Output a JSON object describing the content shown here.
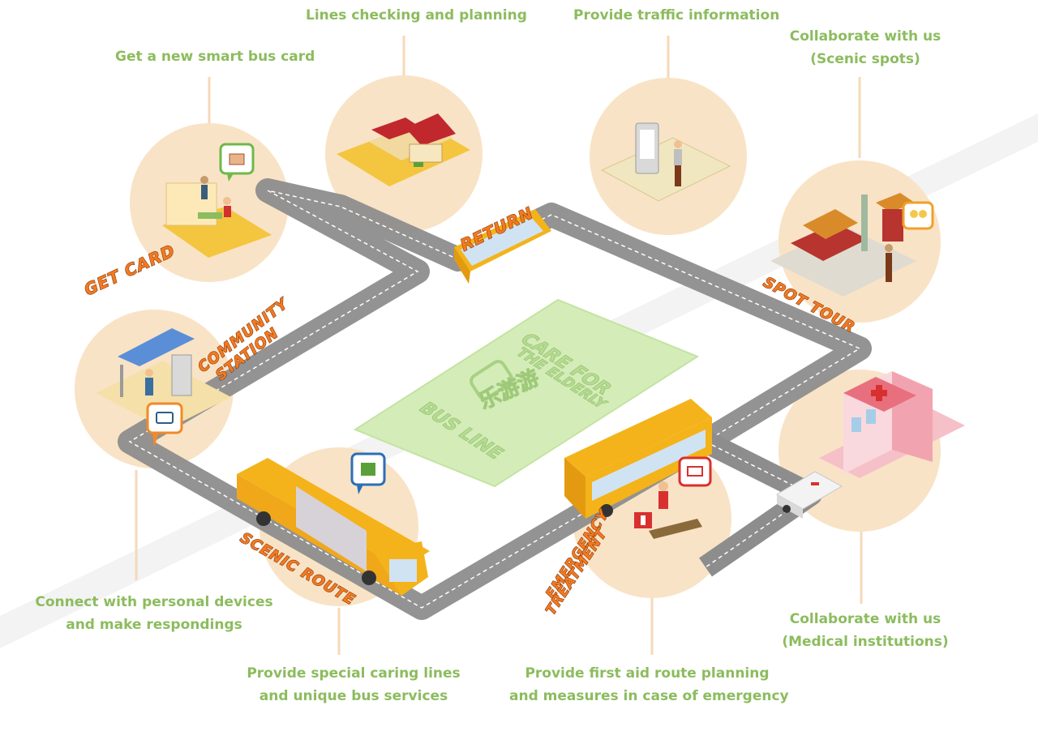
{
  "captions": {
    "get_card": "Get a new smart bus card",
    "lines_checking": "Lines checking and planning",
    "traffic_info": "Provide traffic information",
    "scenic_collab_line1": "Collaborate with us",
    "scenic_collab_line2": "(Scenic spots)",
    "devices_line1": "Connect with personal devices",
    "devices_line2": "and make respondings",
    "caring_line1": "Provide special caring lines",
    "caring_line2": "and unique bus services",
    "first_aid_line1": "Provide first aid route planning",
    "first_aid_line2": "and measures in case of emergency",
    "medical_collab_line1": "Collaborate with us",
    "medical_collab_line2": "(Medical institutions)"
  },
  "stations": {
    "get_card": "GET CARD",
    "return": "RETURN",
    "community_line1": "COMMUNITY",
    "community_line2": "STATION",
    "spot_tour": "SPOT TOUR",
    "scenic_route": "SCENIC ROUTE",
    "emergency_line1": "EMERGENCY",
    "emergency_line2": "TREATMENT"
  },
  "center_card": {
    "line1": "CARE FOR",
    "line2": "THE ELDERLY",
    "chinese": "乐游游",
    "line3": "BUS LINE"
  },
  "colors": {
    "caption_green": "#8cbc5e",
    "tag_orange": "#f27a23",
    "circle_peach": "#f9e3c6",
    "road_gray": "#8d8d8d",
    "card_green": "#d4edb8",
    "bus_yellow": "#f4b31a"
  },
  "icons": [
    "bus-stop-icon",
    "card-bubble-icon",
    "map-bubble-icon",
    "people-bubble-icon",
    "ambulance-bubble-icon",
    "hospital-icon",
    "house-icon",
    "temple-icon"
  ]
}
